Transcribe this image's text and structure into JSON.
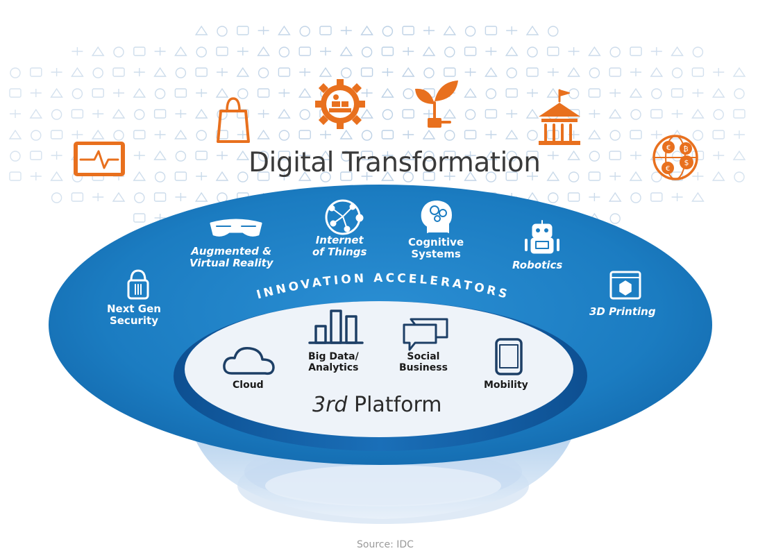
{
  "title": "Digital Transformation",
  "arc_text": "INNOVATION ACCELERATORS",
  "center_label": {
    "ordinal": "3rd",
    "rest": " Platform"
  },
  "source": "Source: IDC",
  "accelerators": [
    {
      "label": "Next Gen\nSecurity",
      "icon": "padlock-icon"
    },
    {
      "label": "Augmented &\nVirtual Reality",
      "icon": "vr-glasses-icon"
    },
    {
      "label": "Internet\nof Things",
      "icon": "network-globe-icon"
    },
    {
      "label": "Cognitive\nSystems",
      "icon": "brain-head-icon"
    },
    {
      "label": "Robotics",
      "icon": "robot-icon"
    },
    {
      "label": "3D Printing",
      "icon": "3d-printer-icon"
    }
  ],
  "platform_items": [
    {
      "label": "Cloud",
      "icon": "cloud-icon"
    },
    {
      "label": "Big Data/\nAnalytics",
      "icon": "bar-chart-icon"
    },
    {
      "label": "Social\nBusiness",
      "icon": "chat-bubbles-icon"
    },
    {
      "label": "Mobility",
      "icon": "smartphone-icon"
    }
  ],
  "industry_icons": [
    "health-tablet-icon",
    "shopping-bag-icon",
    "factory-gear-icon",
    "energy-plant-icon",
    "government-building-icon",
    "finance-globe-icon"
  ],
  "colors": {
    "orange": "#E8701E",
    "blue": "#1B7CC1",
    "dark_blue": "#0F5AA0",
    "inner_fill": "#EEF3F9",
    "text": "#1a1a1a"
  }
}
